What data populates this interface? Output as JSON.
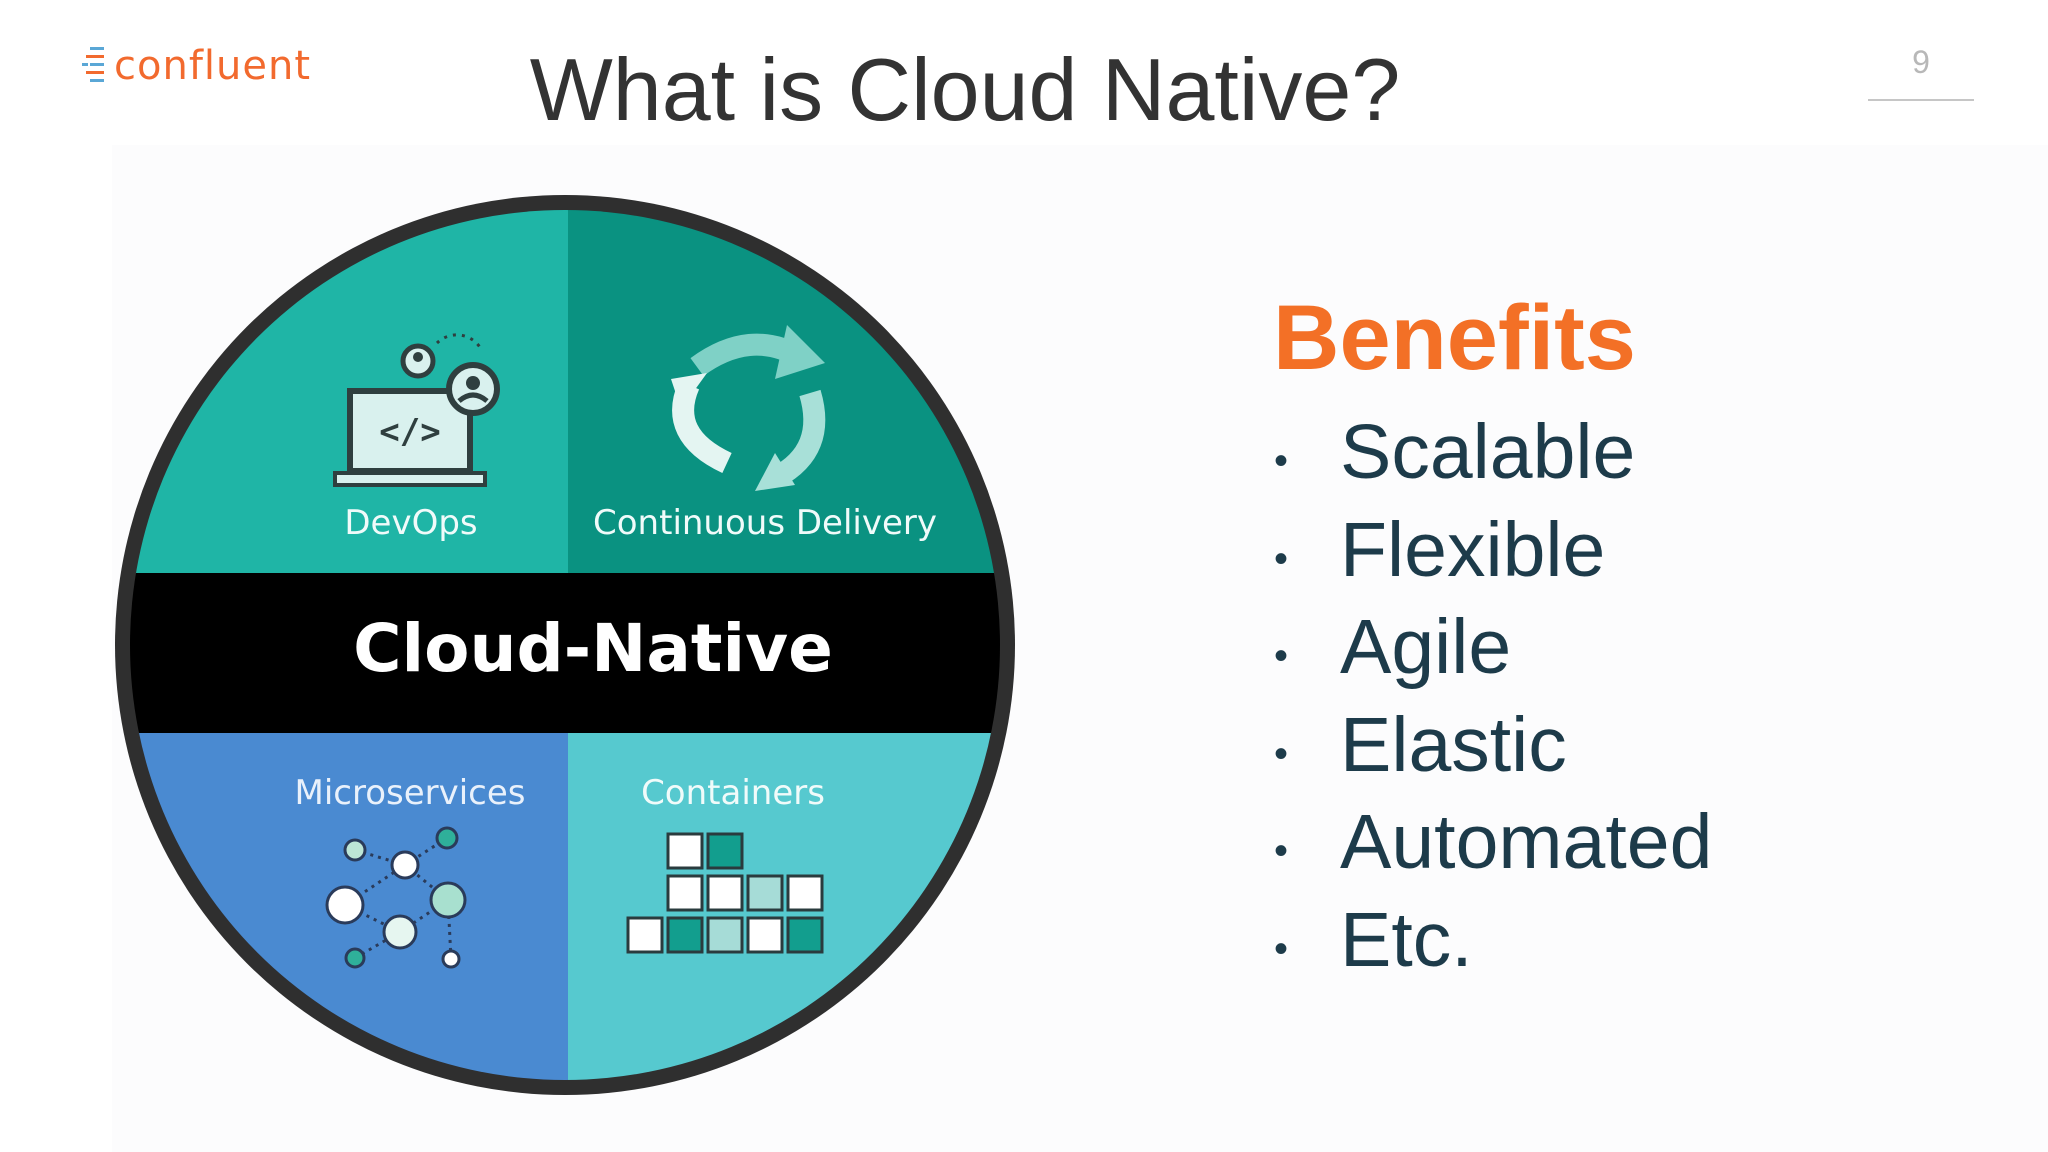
{
  "logo": {
    "text": "confluent",
    "icon": "confluent-logo-icon"
  },
  "title": "What is Cloud Native?",
  "page_number": "9",
  "diagram": {
    "center_label": "Cloud-Native",
    "quadrants": [
      {
        "label": "DevOps",
        "icon": "devops-laptop-icon",
        "color": "#1fb5a6"
      },
      {
        "label": "Continuous Delivery",
        "icon": "cycle-arrows-icon",
        "color": "#0a9281"
      },
      {
        "label": "Microservices",
        "icon": "network-nodes-icon",
        "color": "#4a8ad1"
      },
      {
        "label": "Containers",
        "icon": "containers-stack-icon",
        "color": "#56c9cf"
      }
    ],
    "ring_color": "#2f2f2f",
    "band_color": "#000000"
  },
  "benefits": {
    "heading": "Benefits",
    "heading_color": "#f37026",
    "bullet": "•",
    "items": [
      "Scalable",
      "Flexible",
      "Agile",
      "Elastic",
      "Automated",
      "Etc."
    ]
  }
}
